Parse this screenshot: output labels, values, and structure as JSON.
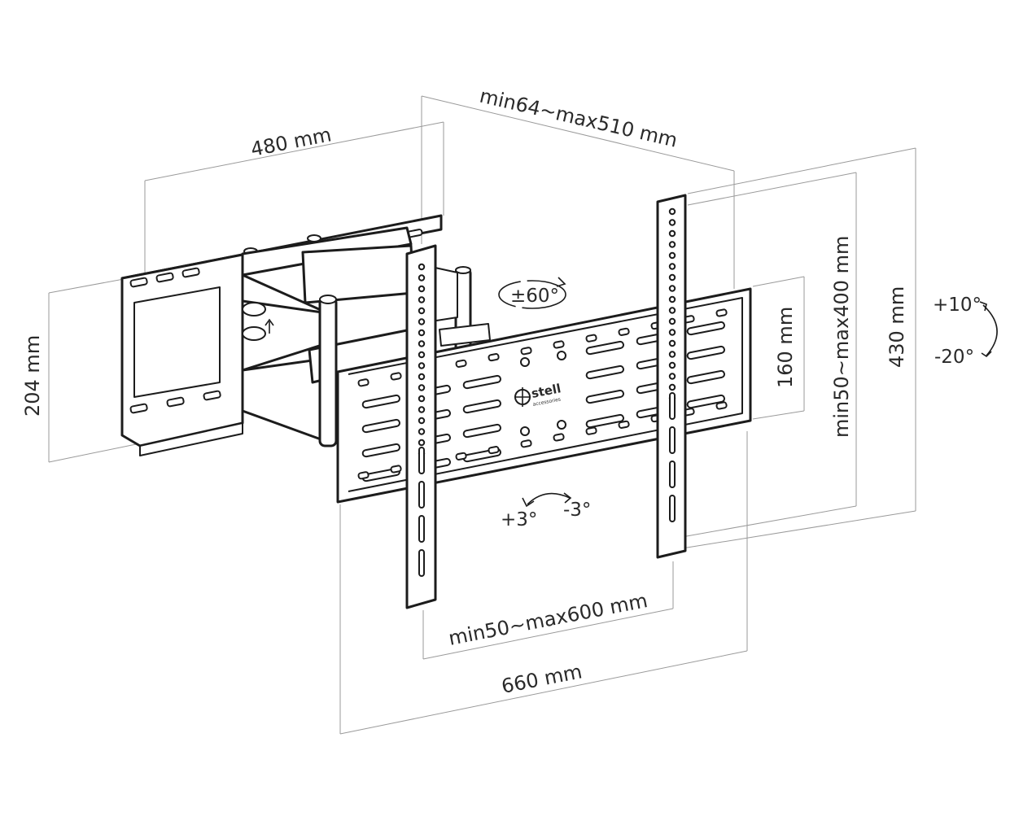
{
  "diagram": {
    "dimensions": {
      "wall_plate_width": "480 mm",
      "arm_extension": "min64~max510 mm",
      "wall_plate_height": "204 mm",
      "tv_rail_height": "160 mm",
      "vertical_vesa": "min50~max400 mm",
      "bracket_height": "430 mm",
      "horizontal_vesa": "min50~max600 mm",
      "tv_plate_width": "660 mm"
    },
    "angles": {
      "swivel": "±60°",
      "tilt_up": "+10°",
      "tilt_down": "-20°",
      "level_plus": "+3°",
      "level_minus": "-3°"
    },
    "brand": {
      "logo_name": "stell",
      "logo_sub": "accessories"
    }
  }
}
